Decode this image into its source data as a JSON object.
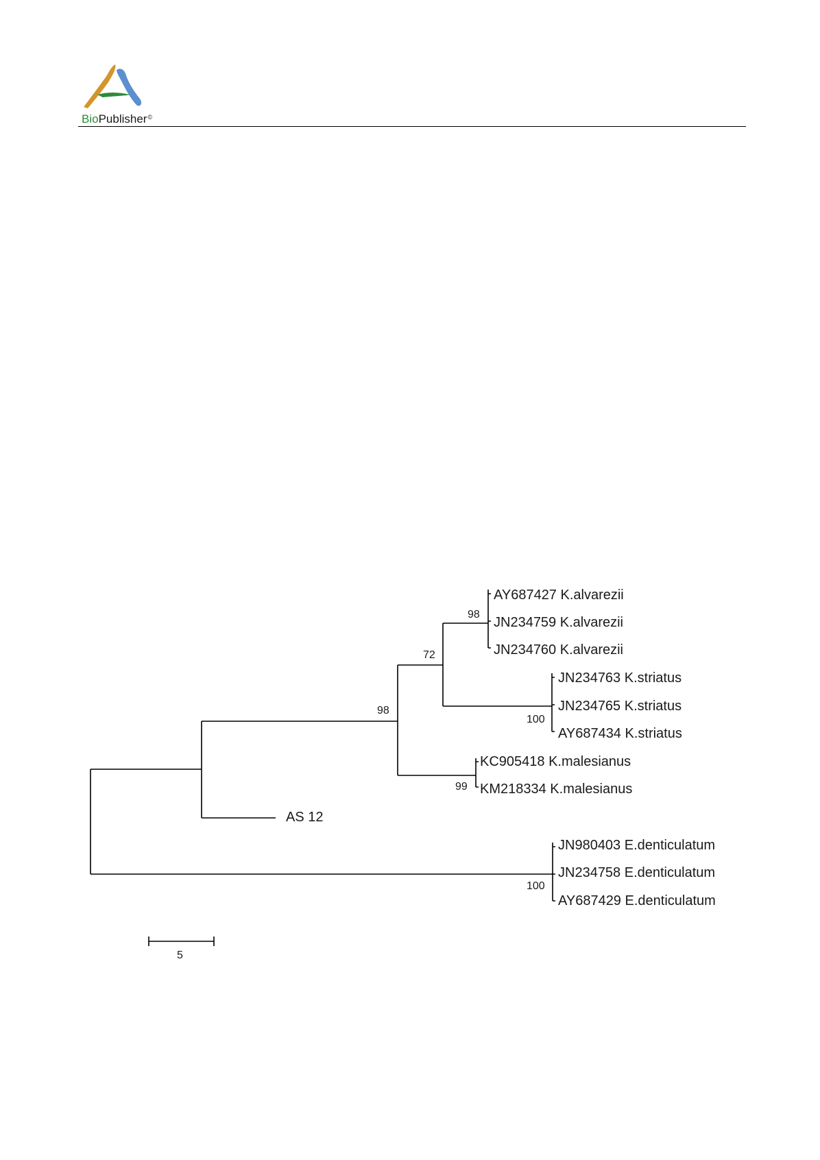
{
  "header": {
    "brand_bio": "Bio",
    "brand_rest": "Publisher",
    "brand_mark": "©",
    "logo_icon": "biopublisher-logo-icon"
  },
  "tree": {
    "leaves": [
      "AY687427 K.alvarezii",
      "JN234759 K.alvarezii",
      "JN234760 K.alvarezii",
      "JN234763 K.striatus",
      "JN234765 K.striatus",
      "AY687434 K.striatus",
      "KC905418 K.malesianus",
      "KM218334 K.malesianus",
      "AS 12",
      "JN980403 E.denticulatum",
      "JN234758 E.denticulatum",
      "AY687429 E.denticulatum"
    ],
    "bootstrap": [
      "98",
      "72",
      "100",
      "98",
      "99",
      "100"
    ],
    "scale_label": "5"
  }
}
